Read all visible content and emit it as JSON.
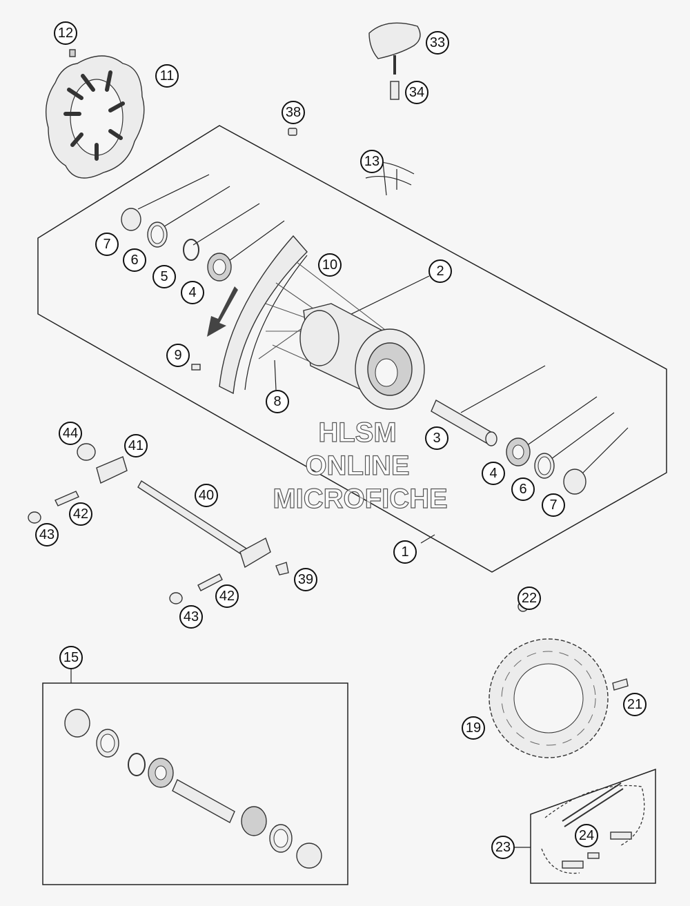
{
  "watermark": {
    "line1": "HLSM",
    "line2": "ONLINE",
    "line3": "MICROFICHE"
  },
  "callouts": {
    "c12": "12",
    "c11": "11",
    "c33": "33",
    "c34": "34",
    "c38": "38",
    "c13": "13",
    "c7a": "7",
    "c6a": "6",
    "c5": "5",
    "c4a": "4",
    "c10": "10",
    "c2": "2",
    "c9": "9",
    "c8": "8",
    "c3": "3",
    "c4b": "4",
    "c6b": "6",
    "c7b": "7",
    "c44": "44",
    "c41": "41",
    "c40": "40",
    "c42a": "42",
    "c43a": "43",
    "c1": "1",
    "c39": "39",
    "c42b": "42",
    "c43b": "43",
    "c22": "22",
    "c15": "15",
    "c21": "21",
    "c19": "19",
    "c24": "24",
    "c23": "23"
  }
}
